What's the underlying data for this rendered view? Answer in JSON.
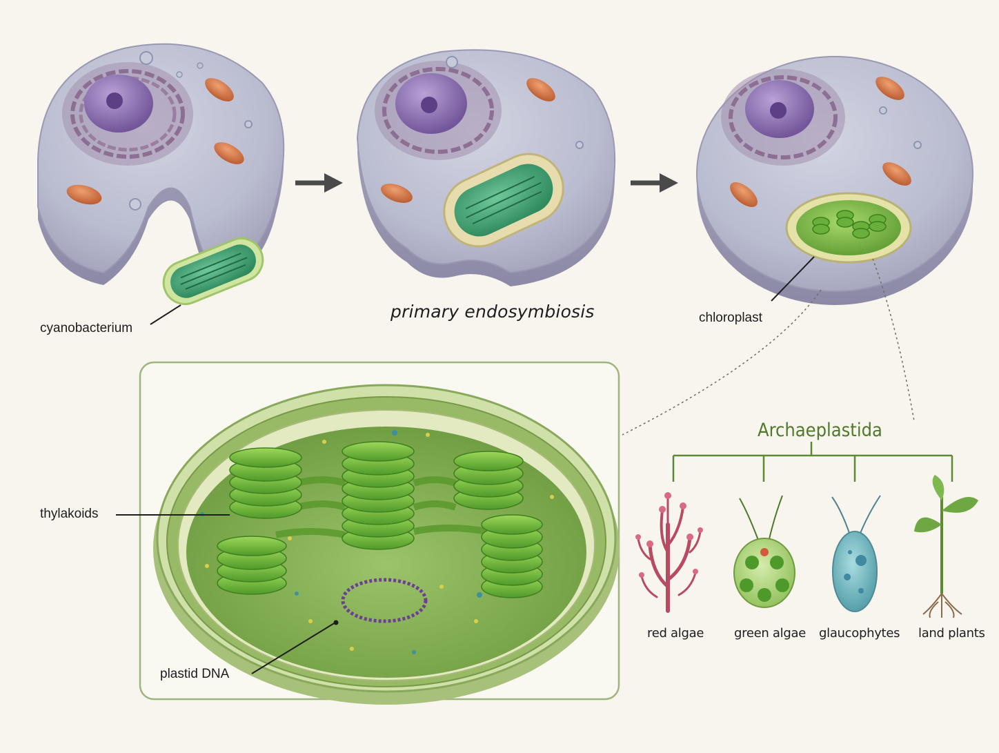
{
  "labels": {
    "cyanobacterium": "cyanobacterium",
    "primary_endosymbiosis": "primary endosymbiosis",
    "chloroplast": "chloroplast",
    "thylakoids": "thylakoids",
    "plastid_dna": "plastid DNA"
  },
  "tree": {
    "title": "Archaeplastida",
    "leaves": [
      "red algae",
      "green algae",
      "glaucophytes",
      "land plants"
    ]
  },
  "colors": {
    "background": "#f7f5ee",
    "cell_body": "#bdbdd0",
    "nucleus": "#8a6aa8",
    "mitochondria": "#d87a4a",
    "chloroplast": "#7ab64a",
    "tree_lines": "#5f8a34",
    "inset_border": "#9fb57f"
  }
}
